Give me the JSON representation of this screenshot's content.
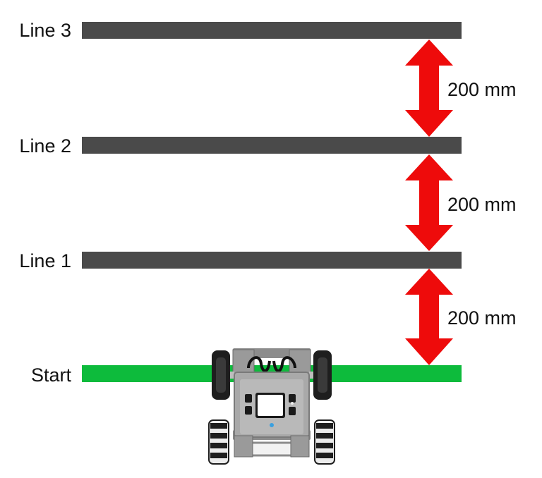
{
  "lines": [
    {
      "label": "Line 3",
      "color": "#4a4a4a"
    },
    {
      "label": "Line 2",
      "color": "#4a4a4a"
    },
    {
      "label": "Line 1",
      "color": "#4a4a4a"
    },
    {
      "label": "Start",
      "color": "#0dbb3c"
    }
  ],
  "distances": [
    {
      "label": "200 mm"
    },
    {
      "label": "200 mm"
    },
    {
      "label": "200 mm"
    }
  ],
  "arrow_color": "#ee0b0b",
  "robot": {
    "icon": "robot-icon"
  }
}
